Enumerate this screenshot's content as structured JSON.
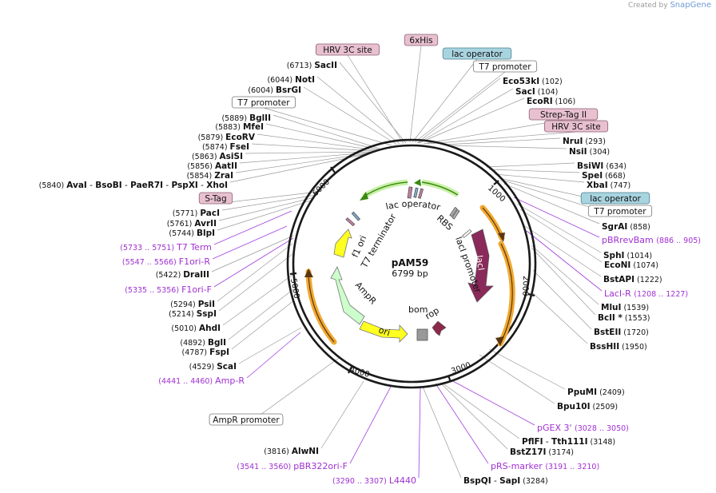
{
  "watermark": {
    "created_by": "Created by",
    "brand": "SnapGene"
  },
  "plasmid": {
    "name": "pAM59",
    "length_label": "6799 bp",
    "length": 6799
  },
  "ticks": [
    "1000",
    "2000",
    "3000",
    "4000",
    "5000",
    "6000"
  ],
  "features": [
    {
      "label": "lac operator",
      "kind": "text"
    },
    {
      "label": "T7 terminator",
      "kind": "text"
    },
    {
      "label": "f1 ori",
      "kind": "yellow"
    },
    {
      "label": "AmpR",
      "kind": "green"
    },
    {
      "label": "ori",
      "kind": "yellow"
    },
    {
      "label": "bom",
      "kind": "gray"
    },
    {
      "label": "rop",
      "kind": "maroon"
    },
    {
      "label": "lacI",
      "kind": "maroon"
    },
    {
      "label": "lacI promoter",
      "kind": "text"
    },
    {
      "label": "RBS",
      "kind": "text"
    }
  ],
  "labels": [
    {
      "id": "hrv-top",
      "name": "HRV 3C site",
      "style": "pink"
    },
    {
      "id": "his",
      "name": "6xHis",
      "style": "pink"
    },
    {
      "id": "lacop",
      "name": "lac operator",
      "style": "blue"
    },
    {
      "id": "t7p1",
      "name": "T7 promoter",
      "style": "white"
    },
    {
      "id": "sacII",
      "pos": "(6713)",
      "name": "SacII",
      "side": "L"
    },
    {
      "id": "notI",
      "pos": "(6044)",
      "name": "NotI",
      "side": "L"
    },
    {
      "id": "bsrgi",
      "pos": "(6004)",
      "name": "BsrGI",
      "side": "L"
    },
    {
      "id": "t7pL",
      "name": "T7 promoter",
      "style": "white"
    },
    {
      "id": "bglII1",
      "pos": "(5889)",
      "name": "BglII",
      "side": "L"
    },
    {
      "id": "mfeI",
      "pos": "(5883)",
      "name": "MfeI",
      "side": "L"
    },
    {
      "id": "ecorv",
      "pos": "(5879)",
      "name": "EcoRV",
      "side": "L"
    },
    {
      "id": "fseI",
      "pos": "(5874)",
      "name": "FseI",
      "side": "L"
    },
    {
      "id": "asisi",
      "pos": "(5863)",
      "name": "AsiSI",
      "side": "L"
    },
    {
      "id": "aatII",
      "pos": "(5856)",
      "name": "AatII",
      "side": "L"
    },
    {
      "id": "zraI",
      "pos": "(5854)",
      "name": "ZraI",
      "side": "L"
    },
    {
      "id": "row5840",
      "pos": "(5840)",
      "name": "AvaI",
      "extra": [
        "BsoBI",
        "PaeR7I",
        "PspXI",
        "XhoI"
      ],
      "side": "L"
    },
    {
      "id": "stag",
      "name": "S-Tag",
      "style": "pink"
    },
    {
      "id": "pacI",
      "pos": "(5771)",
      "name": "PacI",
      "side": "L"
    },
    {
      "id": "avrII",
      "pos": "(5761)",
      "name": "AvrII",
      "side": "L"
    },
    {
      "id": "blpI",
      "pos": "(5744)",
      "name": "BlpI",
      "side": "L"
    },
    {
      "id": "t7term",
      "range": "(5733 .. 5751)",
      "name": "T7 Term",
      "style": "primer",
      "side": "L"
    },
    {
      "id": "f1orir",
      "range": "(5547 .. 5566)",
      "name": "F1ori-R",
      "style": "primer",
      "side": "L"
    },
    {
      "id": "draIII",
      "pos": "(5422)",
      "name": "DraIII",
      "side": "L"
    },
    {
      "id": "f1orif",
      "range": "(5335 .. 5356)",
      "name": "F1ori-F",
      "style": "primer",
      "side": "L"
    },
    {
      "id": "psiI",
      "pos": "(5294)",
      "name": "PsiI",
      "side": "L"
    },
    {
      "id": "sspI",
      "pos": "(5214)",
      "name": "SspI",
      "side": "L"
    },
    {
      "id": "ahdI",
      "pos": "(5010)",
      "name": "AhdI",
      "side": "L"
    },
    {
      "id": "bglI",
      "pos": "(4892)",
      "name": "BglI",
      "side": "L"
    },
    {
      "id": "fspI",
      "pos": "(4787)",
      "name": "FspI",
      "side": "L"
    },
    {
      "id": "scaI",
      "pos": "(4529)",
      "name": "ScaI",
      "side": "L"
    },
    {
      "id": "ampr",
      "range": "(4441 .. 4460)",
      "name": "Amp-R",
      "style": "primer",
      "side": "L"
    },
    {
      "id": "amprp",
      "name": "AmpR promoter",
      "style": "white"
    },
    {
      "id": "alwni",
      "pos": "(3816)",
      "name": "AlwNI",
      "side": "L"
    },
    {
      "id": "pbr322",
      "range": "(3541 .. 3560)",
      "name": "pBR322ori-F",
      "style": "primer",
      "side": "L"
    },
    {
      "id": "l4440",
      "range": "(3290 .. 3307)",
      "name": "L4440",
      "style": "primer",
      "side": "L"
    },
    {
      "id": "bspqi",
      "name": "BspQI",
      "extra": [
        "SapI"
      ],
      "pos": "(3284)",
      "side": "R"
    },
    {
      "id": "eco53",
      "name": "Eco53kI",
      "pos": "(102)",
      "side": "R"
    },
    {
      "id": "sacI",
      "name": "SacI",
      "pos": "(104)",
      "side": "R"
    },
    {
      "id": "ecori",
      "name": "EcoRI",
      "pos": "(106)",
      "side": "R"
    },
    {
      "id": "streptag",
      "name": "Strep-Tag II",
      "style": "pink"
    },
    {
      "id": "hrv2",
      "name": "HRV 3C site",
      "style": "pink"
    },
    {
      "id": "nruI",
      "name": "NruI",
      "pos": "(293)",
      "side": "R"
    },
    {
      "id": "nsiI",
      "name": "NsiI",
      "pos": "(304)",
      "side": "R"
    },
    {
      "id": "bsiwi",
      "name": "BsiWI",
      "pos": "(634)",
      "side": "R"
    },
    {
      "id": "speI",
      "name": "SpeI",
      "pos": "(668)",
      "side": "R"
    },
    {
      "id": "xbaI",
      "name": "XbaI",
      "pos": "(747)",
      "side": "R"
    },
    {
      "id": "lacop2",
      "name": "lac operator",
      "style": "blue"
    },
    {
      "id": "t7p2",
      "name": "T7 promoter",
      "style": "white"
    },
    {
      "id": "sgrai",
      "name": "SgrAI",
      "pos": "(858)",
      "side": "R"
    },
    {
      "id": "pbrrev",
      "name": "pBRrevBam",
      "range": "(886 .. 905)",
      "style": "primer",
      "side": "R"
    },
    {
      "id": "sphI",
      "name": "SphI",
      "pos": "(1014)",
      "side": "R"
    },
    {
      "id": "econi",
      "name": "EcoNI",
      "pos": "(1074)",
      "side": "R"
    },
    {
      "id": "bstapi",
      "name": "BstAPI",
      "pos": "(1222)",
      "side": "R"
    },
    {
      "id": "lacir",
      "name": "LacI-R",
      "range": "(1208 .. 1227)",
      "style": "primer",
      "side": "R"
    },
    {
      "id": "mluI",
      "name": "MluI",
      "pos": "(1539)",
      "side": "R"
    },
    {
      "id": "bclI",
      "name": "BclI *",
      "pos": "(1553)",
      "side": "R"
    },
    {
      "id": "bsteII",
      "name": "BstEII",
      "pos": "(1720)",
      "side": "R"
    },
    {
      "id": "bsshII",
      "name": "BssHII",
      "pos": "(1950)",
      "side": "R"
    },
    {
      "id": "ppumi",
      "name": "PpuMI",
      "pos": "(2409)",
      "side": "R"
    },
    {
      "id": "bpu10i",
      "name": "Bpu10I",
      "pos": "(2509)",
      "side": "R"
    },
    {
      "id": "pgex3",
      "name": "pGEX 3'",
      "range": "(3028 .. 3050)",
      "style": "primer",
      "side": "R"
    },
    {
      "id": "pflfi",
      "name": "PflFI",
      "extra": [
        "Tth111I"
      ],
      "pos": "(3148)",
      "side": "R"
    },
    {
      "id": "bstz17i",
      "name": "BstZ17I",
      "pos": "(3174)",
      "side": "R"
    },
    {
      "id": "prsmarker",
      "name": "pRS-marker",
      "range": "(3191 .. 3210)",
      "style": "primer",
      "side": "R"
    }
  ]
}
